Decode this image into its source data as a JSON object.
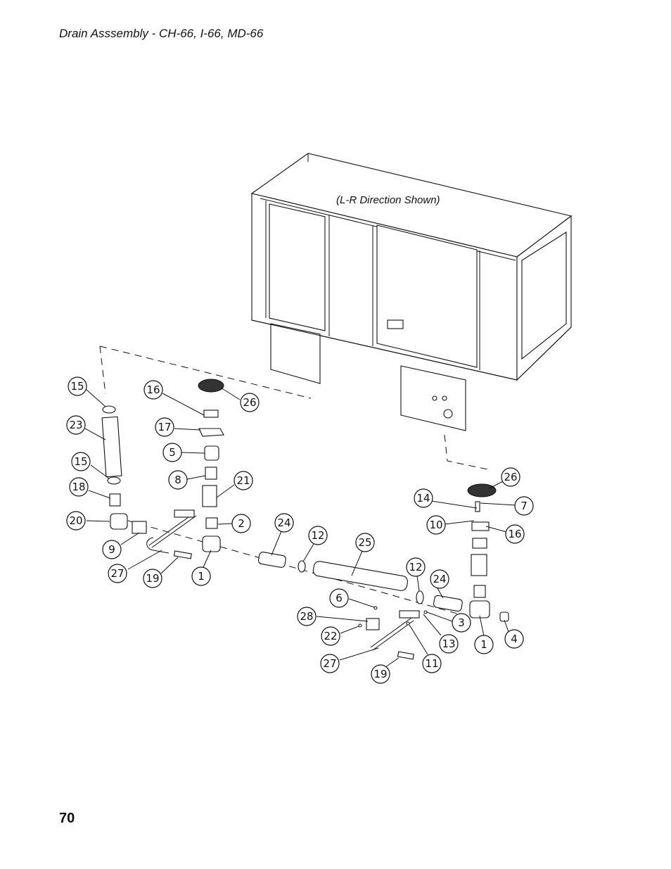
{
  "header": {
    "title": "Drain Asssembly - CH-66, I-66, MD-66"
  },
  "footer": {
    "page_number": "70"
  },
  "diagram": {
    "note": "(L-R Direction Shown)",
    "callouts": [
      "15",
      "23",
      "15",
      "18",
      "20",
      "9",
      "27",
      "19",
      "16",
      "26",
      "17",
      "5",
      "8",
      "21",
      "2",
      "1",
      "24",
      "12",
      "25",
      "12",
      "24",
      "6",
      "28",
      "22",
      "27",
      "19",
      "11",
      "13",
      "3",
      "1",
      "4",
      "26",
      "14",
      "7",
      "10",
      "16"
    ]
  }
}
